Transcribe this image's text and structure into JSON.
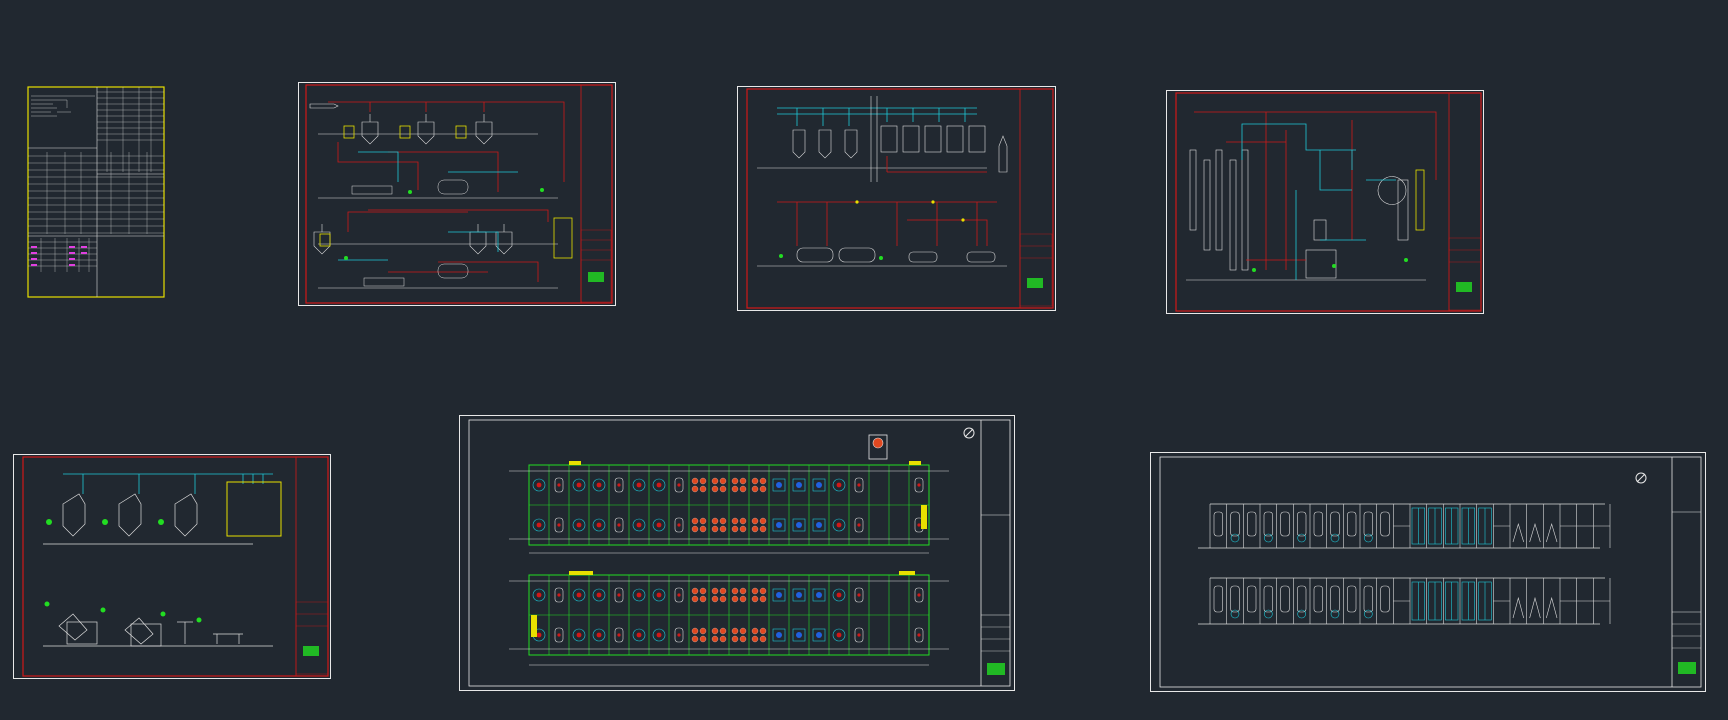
{
  "viewport": {
    "background": "#212830"
  },
  "colors": {
    "sheet_border": "#e8e8e8",
    "frame_red": "#d01818",
    "line_white": "#dcdcdc",
    "pipe_cyan": "#1ec8d8",
    "accent_yellow": "#e8e000",
    "accent_green": "#22dd22",
    "accent_magenta": "#e040e0",
    "equipment_orange": "#e04820",
    "equipment_blue": "#2060e0"
  },
  "sheets": [
    {
      "id": "legend-table",
      "kind": "schedule-table"
    },
    {
      "id": "process-flow-1",
      "kind": "process-flow-diagram"
    },
    {
      "id": "process-flow-2",
      "kind": "process-flow-diagram"
    },
    {
      "id": "process-flow-3",
      "kind": "process-flow-diagram"
    },
    {
      "id": "equipment-diagram",
      "kind": "equipment-schematic"
    },
    {
      "id": "floor-plan",
      "kind": "floor-plan"
    },
    {
      "id": "elevation",
      "kind": "elevation"
    }
  ],
  "icons": {
    "north_arrow": "north-arrow-icon"
  }
}
